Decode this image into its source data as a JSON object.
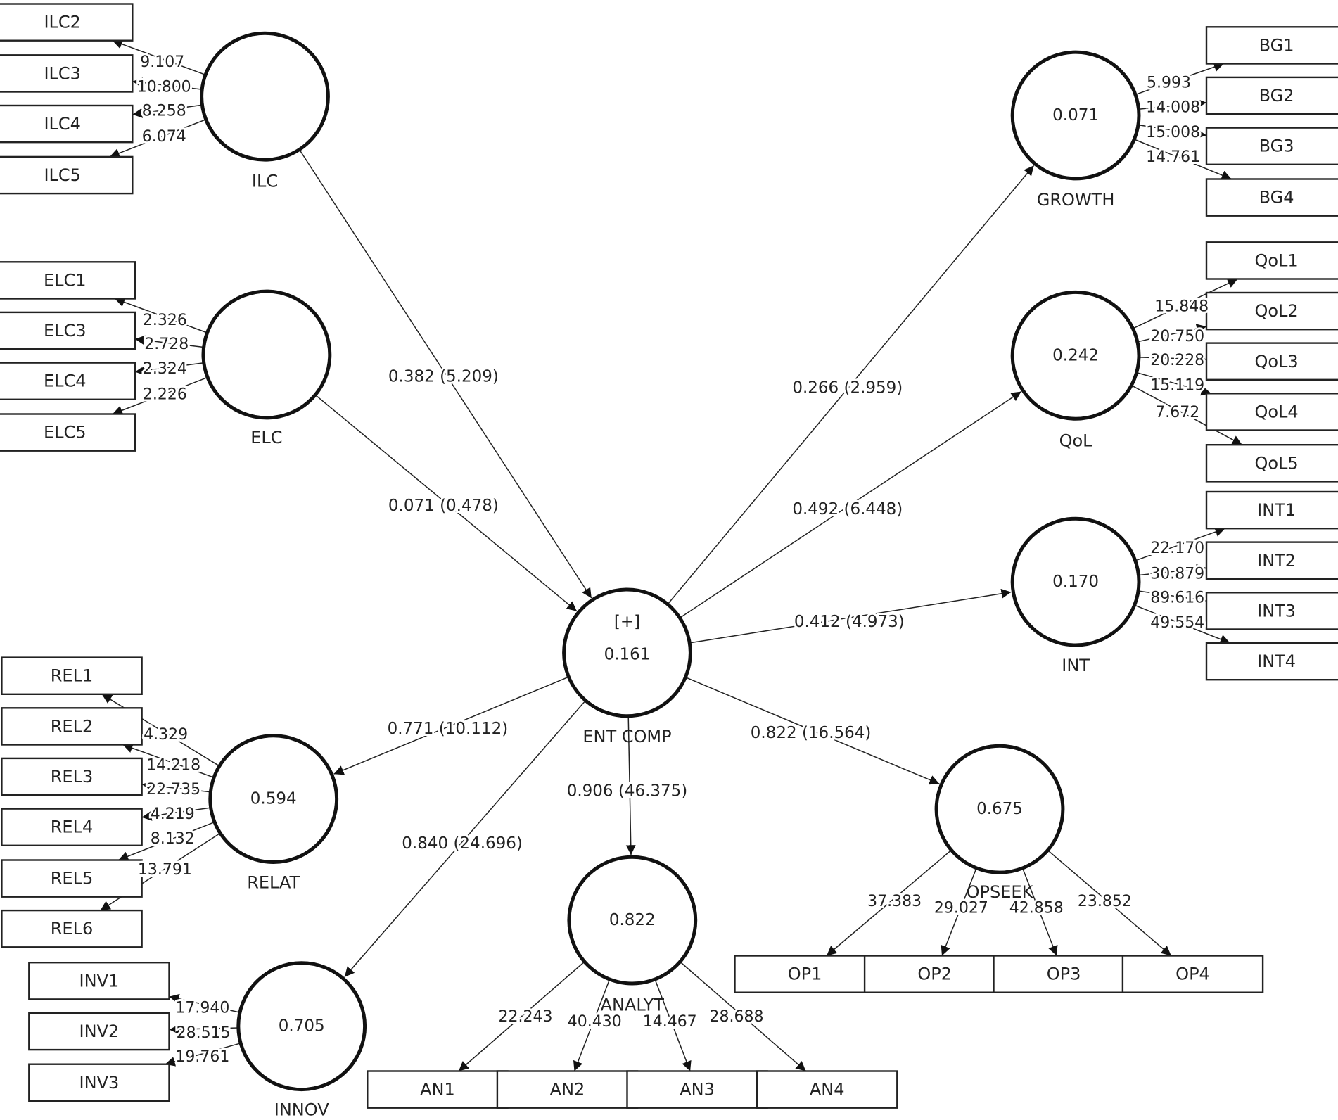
{
  "constructs": [
    {
      "id": "ILC",
      "label": "ILC",
      "value": null,
      "expand": ""
    },
    {
      "id": "ELC",
      "label": "ELC",
      "value": null,
      "expand": ""
    },
    {
      "id": "ENT",
      "label": "ENT COMP",
      "value": "0.161",
      "expand": "[+]"
    },
    {
      "id": "RELAT",
      "label": "RELAT",
      "value": "0.594",
      "expand": ""
    },
    {
      "id": "INNOV",
      "label": "INNOV",
      "value": "0.705",
      "expand": ""
    },
    {
      "id": "ANALYT",
      "label": "ANALYT",
      "value": "0.822",
      "expand": ""
    },
    {
      "id": "OPSEEK",
      "label": "OPSEEK",
      "value": "0.675",
      "expand": ""
    },
    {
      "id": "GROWTH",
      "label": "GROWTH",
      "value": "0.071",
      "expand": ""
    },
    {
      "id": "QoL",
      "label": "QoL",
      "value": "0.242",
      "expand": ""
    },
    {
      "id": "INT",
      "label": "INT",
      "value": "0.170",
      "expand": ""
    }
  ],
  "indicators": [
    {
      "id": "ILC2",
      "label": "ILC2",
      "construct": "ILC",
      "loading": "9.107"
    },
    {
      "id": "ILC3",
      "label": "ILC3",
      "construct": "ILC",
      "loading": "10.800"
    },
    {
      "id": "ILC4",
      "label": "ILC4",
      "construct": "ILC",
      "loading": "8.258"
    },
    {
      "id": "ILC5",
      "label": "ILC5",
      "construct": "ILC",
      "loading": "6.074"
    },
    {
      "id": "ELC1",
      "label": "ELC1",
      "construct": "ELC",
      "loading": "2.326"
    },
    {
      "id": "ELC3",
      "label": "ELC3",
      "construct": "ELC",
      "loading": "2.728"
    },
    {
      "id": "ELC4",
      "label": "ELC4",
      "construct": "ELC",
      "loading": "2.324"
    },
    {
      "id": "ELC5",
      "label": "ELC5",
      "construct": "ELC",
      "loading": "2.226"
    },
    {
      "id": "REL1",
      "label": "REL1",
      "construct": "RELAT",
      "loading": "4.329"
    },
    {
      "id": "REL2",
      "label": "REL2",
      "construct": "RELAT",
      "loading": "14.218"
    },
    {
      "id": "REL3",
      "label": "REL3",
      "construct": "RELAT",
      "loading": "22.735"
    },
    {
      "id": "REL4",
      "label": "REL4",
      "construct": "RELAT",
      "loading": "4.219"
    },
    {
      "id": "REL5",
      "label": "REL5",
      "construct": "RELAT",
      "loading": "8.132"
    },
    {
      "id": "REL6",
      "label": "REL6",
      "construct": "RELAT",
      "loading": "13.791"
    },
    {
      "id": "INV1",
      "label": "INV1",
      "construct": "INNOV",
      "loading": "17.940"
    },
    {
      "id": "INV2",
      "label": "INV2",
      "construct": "INNOV",
      "loading": "28.515"
    },
    {
      "id": "INV3",
      "label": "INV3",
      "construct": "INNOV",
      "loading": "19.761"
    },
    {
      "id": "AN1",
      "label": "AN1",
      "construct": "ANALYT",
      "loading": "22.243"
    },
    {
      "id": "AN2",
      "label": "AN2",
      "construct": "ANALYT",
      "loading": "40.430"
    },
    {
      "id": "AN3",
      "label": "AN3",
      "construct": "ANALYT",
      "loading": "14.467"
    },
    {
      "id": "AN4",
      "label": "AN4",
      "construct": "ANALYT",
      "loading": "28.688"
    },
    {
      "id": "OP1",
      "label": "OP1",
      "construct": "OPSEEK",
      "loading": "37.383"
    },
    {
      "id": "OP2",
      "label": "OP2",
      "construct": "OPSEEK",
      "loading": "29.027"
    },
    {
      "id": "OP3",
      "label": "OP3",
      "construct": "OPSEEK",
      "loading": "42.858"
    },
    {
      "id": "OP4",
      "label": "OP4",
      "construct": "OPSEEK",
      "loading": "23.852"
    },
    {
      "id": "BG1",
      "label": "BG1",
      "construct": "GROWTH",
      "loading": "5.993"
    },
    {
      "id": "BG2",
      "label": "BG2",
      "construct": "GROWTH",
      "loading": "14.008"
    },
    {
      "id": "BG3",
      "label": "BG3",
      "construct": "GROWTH",
      "loading": "15.008"
    },
    {
      "id": "BG4",
      "label": "BG4",
      "construct": "GROWTH",
      "loading": "14.761"
    },
    {
      "id": "QoL1",
      "label": "QoL1",
      "construct": "QoL",
      "loading": "15.848"
    },
    {
      "id": "QoL2",
      "label": "QoL2",
      "construct": "QoL",
      "loading": "20.750"
    },
    {
      "id": "QoL3",
      "label": "QoL3",
      "construct": "QoL",
      "loading": "20.228"
    },
    {
      "id": "QoL4",
      "label": "QoL4",
      "construct": "QoL",
      "loading": "15.119"
    },
    {
      "id": "QoL5",
      "label": "QoL5",
      "construct": "QoL",
      "loading": "7.672"
    },
    {
      "id": "INT1",
      "label": "INT1",
      "construct": "INT",
      "loading": "22.170"
    },
    {
      "id": "INT2",
      "label": "INT2",
      "construct": "INT",
      "loading": "30.879"
    },
    {
      "id": "INT3",
      "label": "INT3",
      "construct": "INT",
      "loading": "89.616"
    },
    {
      "id": "INT4",
      "label": "INT4",
      "construct": "INT",
      "loading": "49.554"
    }
  ],
  "paths": [
    {
      "from": "ILC",
      "to": "ENT",
      "label": "0.382 (5.209)"
    },
    {
      "from": "ELC",
      "to": "ENT",
      "label": "0.071 (0.478)"
    },
    {
      "from": "ENT",
      "to": "GROWTH",
      "label": "0.266 (2.959)"
    },
    {
      "from": "ENT",
      "to": "QoL",
      "label": "0.492 (6.448)"
    },
    {
      "from": "ENT",
      "to": "INT",
      "label": "0.412 (4.973)"
    },
    {
      "from": "ENT",
      "to": "RELAT",
      "label": "0.771 (10.112)"
    },
    {
      "from": "ENT",
      "to": "INNOV",
      "label": "0.840 (24.696)"
    },
    {
      "from": "ENT",
      "to": "ANALYT",
      "label": "0.906 (46.375)"
    },
    {
      "from": "ENT",
      "to": "OPSEEK",
      "label": "0.822 (16.564)"
    }
  ]
}
